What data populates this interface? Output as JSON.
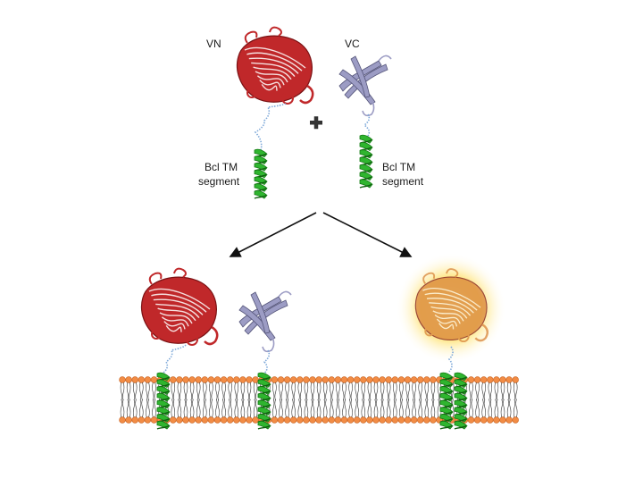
{
  "labels": {
    "vn": "VN",
    "vc": "VC",
    "left_tm_line1": "Bcl TM",
    "left_tm_line2": "segment",
    "right_tm_line1": "Bcl TM",
    "right_tm_line2": "segment"
  },
  "colors": {
    "vn_protein": "#c0282a",
    "vc_protein": "#9c9cc4",
    "helix": "#2fb52f",
    "linker": "#7fa9d9",
    "lipid_head": "#f28c45",
    "glow": "#ffe066"
  },
  "icons": {
    "plus": "plus-icon",
    "arrow_left": "arrow-down-left-icon",
    "arrow_right": "arrow-down-right-icon"
  }
}
